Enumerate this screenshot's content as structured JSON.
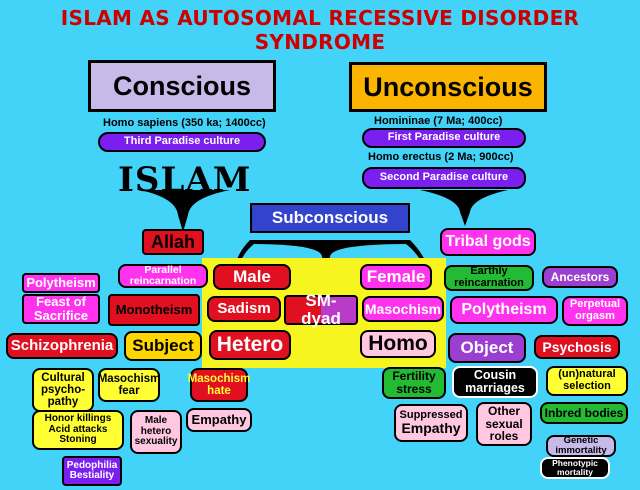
{
  "title": "ISLAM AS AUTOSOMAL RECESSIVE DISORDER SYNDROME",
  "conscious": {
    "label": "Conscious",
    "caption": "Homo sapiens (350 ka; 1400cc)",
    "culture": "Third Paradise culture",
    "islam": "ISLAM"
  },
  "unconscious": {
    "label": "Unconscious",
    "caption1": "Homininae (7 Ma; 400cc)",
    "culture1": "First  Paradise culture",
    "caption2": "Homo erectus (2 Ma; 900cc)",
    "culture2": "Second Paradise culture"
  },
  "subconscious": {
    "label": "Subconscious"
  },
  "left": {
    "allah": "Allah",
    "parallel": "Parallel reincarnation",
    "polytheism": "Polytheism",
    "feast": "Feast of Sacrifice",
    "monotheism": "Monotheism",
    "schizophrenia": "Schizophrenia",
    "subject": "Subject",
    "cultural": "Cultural psycho-pathy",
    "masochism_fear": "Masochism fear",
    "masochism_hate": "Masochism hate",
    "honor": "Honor killings Acid attacks Stoning",
    "male_hetero": "Male hetero sexuality",
    "empathy": "Empathy",
    "pedophilia": "Pedophilia Bestiality"
  },
  "center": {
    "male": "Male",
    "female": "Female",
    "sadism": "Sadism",
    "smdyad": "SM-dyad",
    "masochism": "Masochism",
    "hetero": "Hetero",
    "homo": "Homo"
  },
  "right": {
    "tribal": "Tribal gods",
    "earthly": "Earthly reincarnation",
    "ancestors": "Ancestors",
    "polytheism": "Polytheism",
    "perpetual": "Perpetual orgasm",
    "object": "Object",
    "psychosis": "Psychosis",
    "fertility": "Fertility stress",
    "cousin": "Cousin marriages",
    "unnatural": "(un)natural selection",
    "suppressed_small": "Suppressed",
    "suppressed_big": "Empathy",
    "other": "Other sexual roles",
    "inbred": "Inbred bodies",
    "genetic": "Genetic immortality",
    "phenotypic": "Phenotypic mortality"
  },
  "colors": {
    "background": "#43d3f8",
    "title": "#cc0000",
    "purple": "#7a1ff0",
    "yellow": "#f7f51f",
    "magenta": "#ff33ee",
    "red": "#e01020",
    "green": "#22bb33"
  }
}
